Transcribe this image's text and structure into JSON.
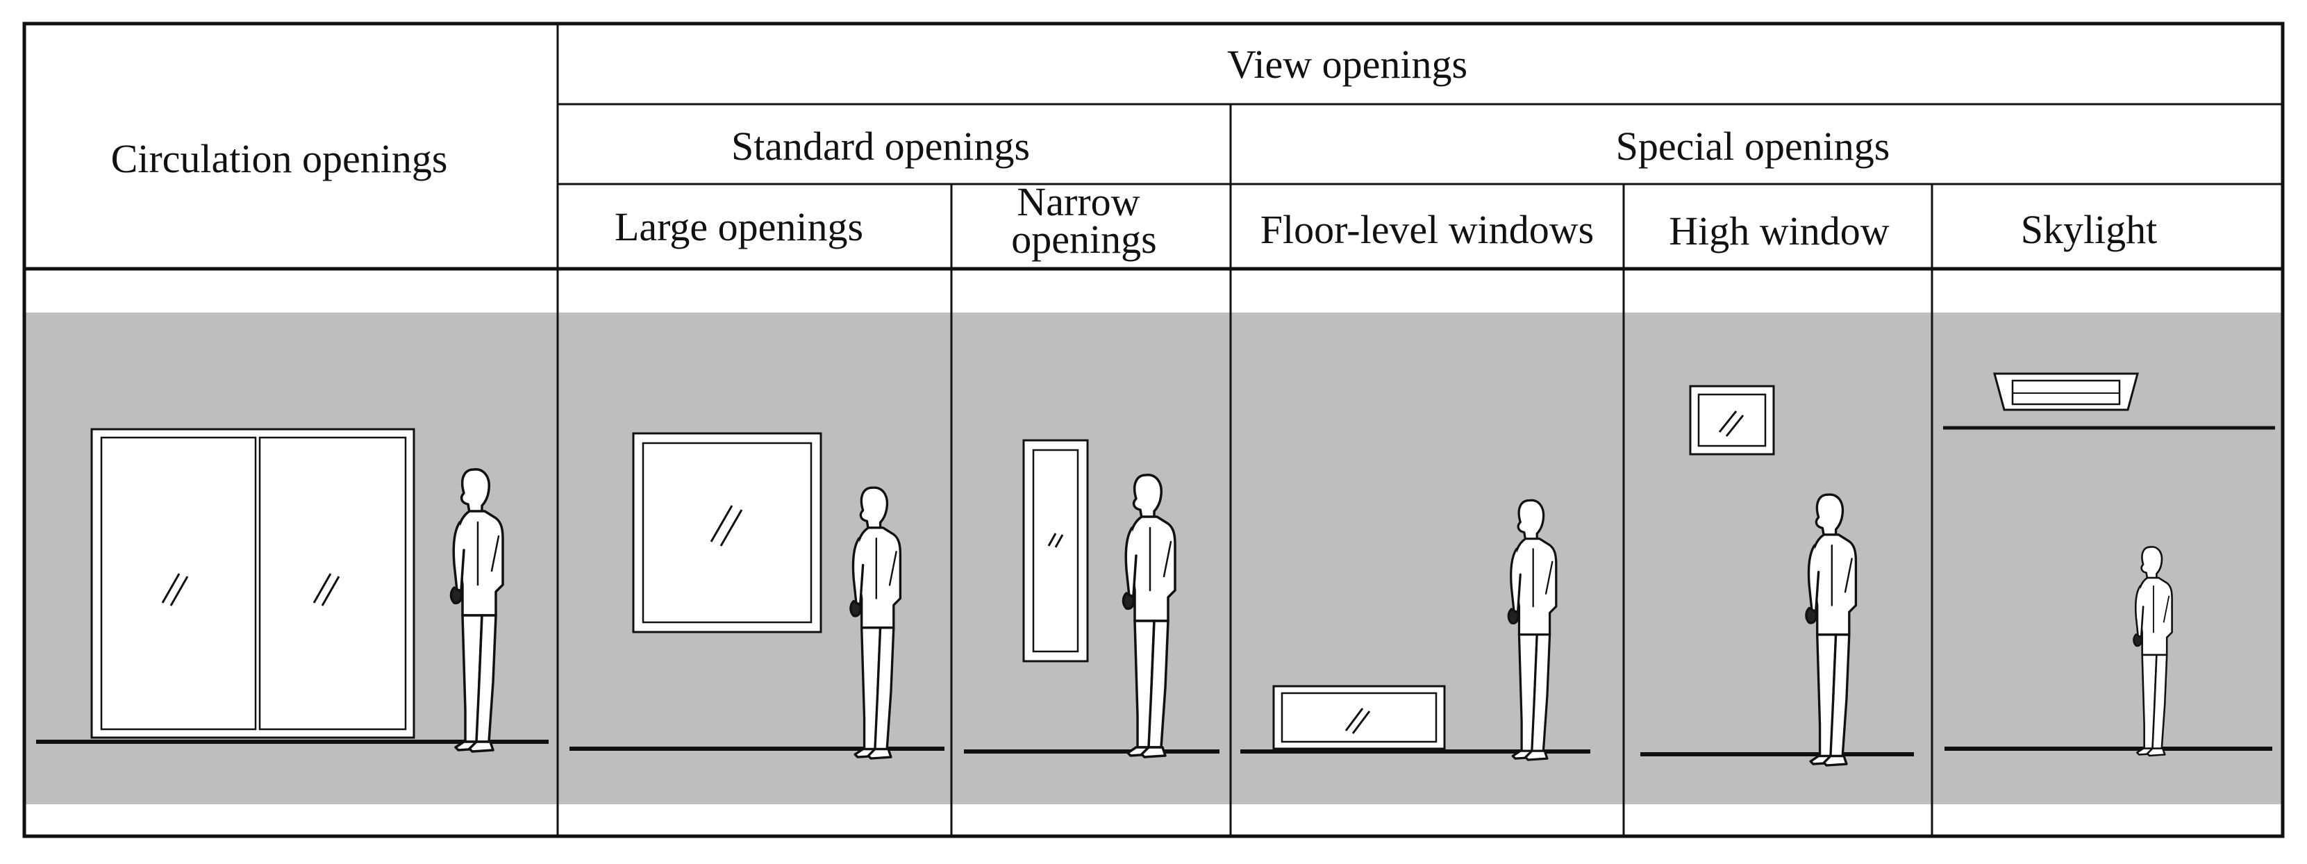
{
  "table": {
    "header": {
      "circulation": "Circulation openings",
      "view": "View openings",
      "standard": "Standard openings",
      "special": "Special openings",
      "large": "Large openings",
      "narrow_line1": "Narrow",
      "narrow_line2": "openings",
      "floor_level": "Floor-level windows",
      "high_window": "High window",
      "skylight": "Skylight"
    },
    "columns": [
      {
        "id": "circulation",
        "opening": "double-glass-door"
      },
      {
        "id": "large",
        "opening": "large-square-window"
      },
      {
        "id": "narrow",
        "opening": "narrow-vertical-window"
      },
      {
        "id": "floor-level",
        "opening": "low-horizontal-window"
      },
      {
        "id": "high",
        "opening": "small-high-window"
      },
      {
        "id": "skylight",
        "opening": "ceiling-skylight"
      }
    ]
  },
  "colors": {
    "wall": "#bebebe",
    "line": "#111111",
    "frame": "#ffffff",
    "glass": "#ffffff"
  }
}
